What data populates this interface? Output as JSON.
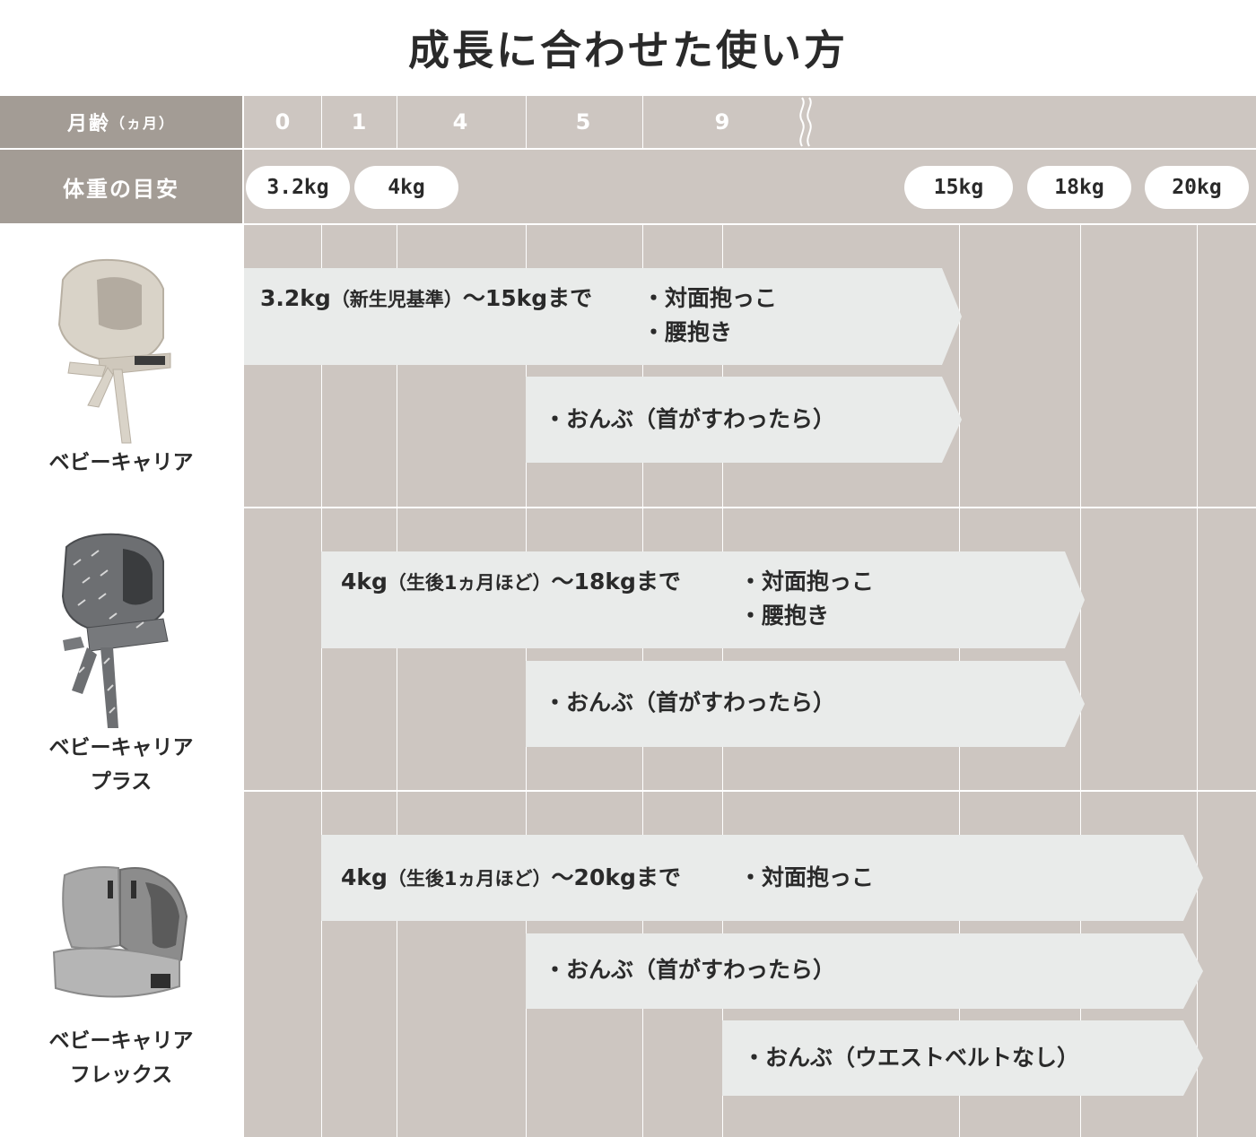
{
  "title": "成長に合わせた使い方",
  "header": {
    "age_label": "月齢",
    "age_unit": "（ヵ月）",
    "weight_label": "体重の目安",
    "months": [
      "0",
      "1",
      "4",
      "5",
      "9"
    ],
    "weights": [
      "3.2kg",
      "4kg",
      "15kg",
      "18kg",
      "20kg"
    ]
  },
  "products": [
    {
      "name_line1": "ベビーキャリア",
      "name_line2": "",
      "range": "3.2kg",
      "range_paren": "（新生児基準）",
      "range_tail": "～15kgまで",
      "modes": [
        "・対面抱っこ",
        "・腰抱き"
      ],
      "back": "・おんぶ（首がすわったら）"
    },
    {
      "name_line1": "ベビーキャリア",
      "name_line2": "プラス",
      "range": "4kg",
      "range_paren": "（生後1ヵ月ほど）",
      "range_tail": "～18kgまで",
      "modes": [
        "・対面抱っこ",
        "・腰抱き"
      ],
      "back": "・おんぶ（首がすわったら）"
    },
    {
      "name_line1": "ベビーキャリア",
      "name_line2": "フレックス",
      "range": "4kg",
      "range_paren": "（生後1ヵ月ほど）",
      "range_tail": "～20kgまで",
      "modes": [
        "・対面抱っこ"
      ],
      "back": "・おんぶ（首がすわったら）",
      "back2": "・おんぶ（ウエストベルトなし）"
    }
  ],
  "colors": {
    "label_bg": "#a39c95",
    "grid_bg": "#cdc6c1",
    "bar_bg": "#e9ebea"
  }
}
